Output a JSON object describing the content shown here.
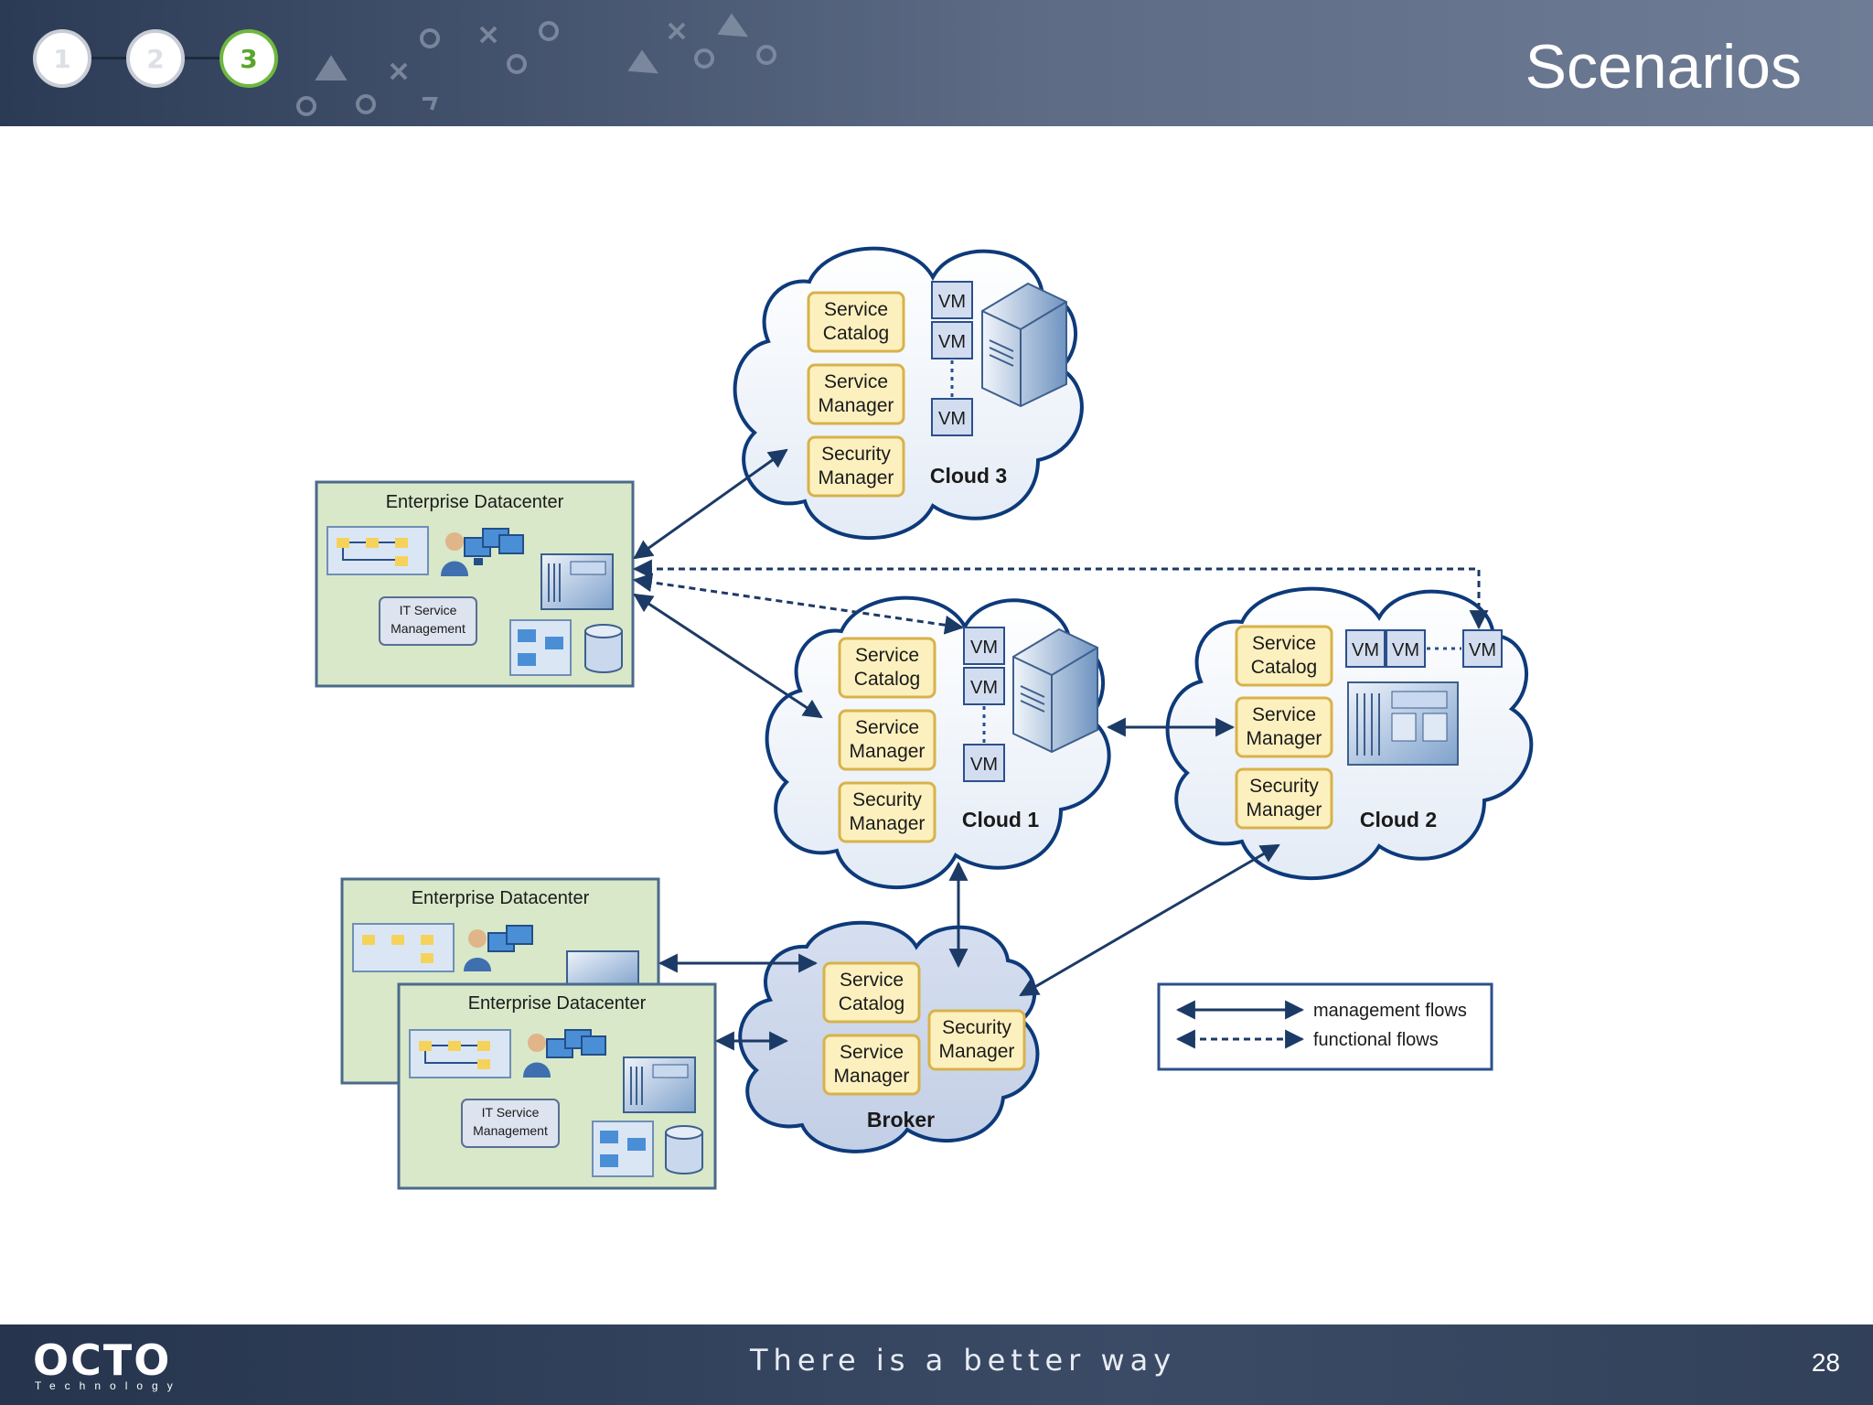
{
  "header": {
    "title": "Scenarios",
    "steps": [
      {
        "label": "1",
        "state": "inactive"
      },
      {
        "label": "2",
        "state": "inactive"
      },
      {
        "label": "3",
        "state": "active"
      }
    ],
    "colors": {
      "active_step": "#6fb83f",
      "header_bg": "#2b3a55"
    }
  },
  "diagram": {
    "clouds": {
      "cloud3": {
        "label": "Cloud 3",
        "service_catalog": [
          "Service",
          "Catalog"
        ],
        "service_manager": [
          "Service",
          "Manager"
        ],
        "security_manager": [
          "Security",
          "Manager"
        ],
        "vms": [
          "VM",
          "VM",
          "VM"
        ]
      },
      "cloud1": {
        "label": "Cloud 1",
        "service_catalog": [
          "Service",
          "Catalog"
        ],
        "service_manager": [
          "Service",
          "Manager"
        ],
        "security_manager": [
          "Security",
          "Manager"
        ],
        "vms": [
          "VM",
          "VM",
          "VM"
        ]
      },
      "cloud2": {
        "label": "Cloud 2",
        "service_catalog": [
          "Service",
          "Catalog"
        ],
        "service_manager": [
          "Service",
          "Manager"
        ],
        "security_manager": [
          "Security",
          "Manager"
        ],
        "vms": [
          "VM",
          "VM",
          "VM"
        ]
      },
      "broker": {
        "label": "Broker",
        "service_catalog": [
          "Service",
          "Catalog"
        ],
        "service_manager": [
          "Service",
          "Manager"
        ],
        "security_manager": [
          "Security",
          "Manager"
        ]
      }
    },
    "datacenters": {
      "dc_top": {
        "title": "Enterprise Datacenter",
        "itsm": [
          "IT Service",
          "Management"
        ]
      },
      "dc_back": {
        "title": "Enterprise Datacenter"
      },
      "dc_front": {
        "title": "Enterprise Datacenter",
        "itsm": [
          "IT Service",
          "Management"
        ]
      }
    },
    "legend": {
      "management": "management flows",
      "functional": "functional flows"
    },
    "colors": {
      "component_fill": "#fdf0bf",
      "component_stroke": "#d8b24a",
      "datacenter_fill": "#d8e8c9",
      "cloud_stroke": "#0d3a7a",
      "arrow": "#1c3a66"
    }
  },
  "footer": {
    "logo": "OCTO",
    "logo_sub": "Technology",
    "tagline": "There is a better way",
    "page_number": "28"
  }
}
